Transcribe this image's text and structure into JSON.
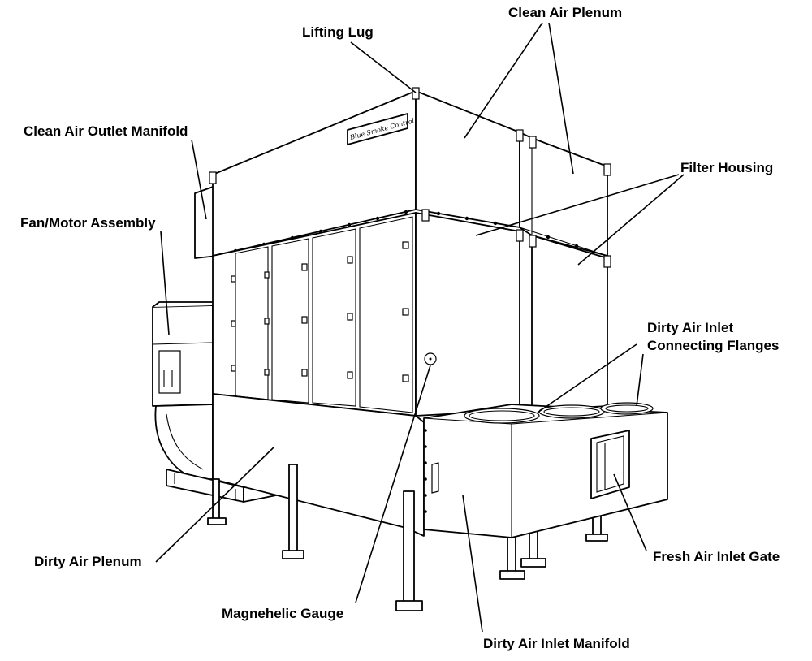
{
  "labels": {
    "clean_air_plenum": "Clean Air Plenum",
    "lifting_lug": "Lifting Lug",
    "clean_air_outlet_manifold": "Clean Air Outlet Manifold",
    "filter_housing": "Filter Housing",
    "fan_motor_assembly": "Fan/Motor Assembly",
    "dirty_air_inlet_line1": "Dirty Air Inlet",
    "dirty_air_inlet_line2": "Connecting Flanges",
    "fresh_air_inlet_gate": "Fresh Air Inlet Gate",
    "dirty_air_plenum": "Dirty Air Plenum",
    "magnehelic_gauge": "Magnehelic Gauge",
    "dirty_air_inlet_manifold": "Dirty Air Inlet Manifold"
  },
  "logo": {
    "text": "Blue Smoke Control"
  }
}
